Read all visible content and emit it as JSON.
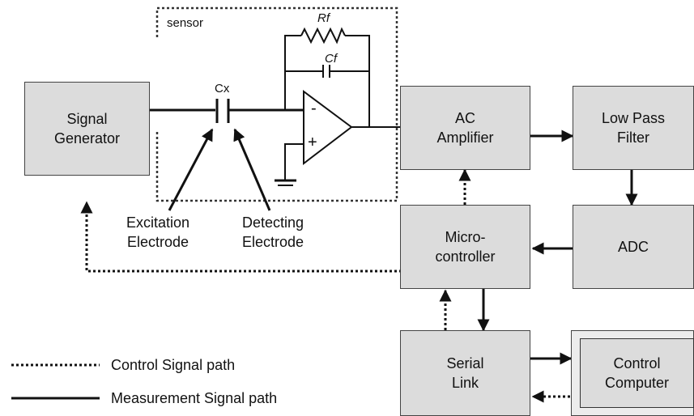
{
  "sensor_label": "sensor",
  "components": {
    "rf": "Rf",
    "cf": "Cf",
    "cx": "Cx",
    "opamp_minus": "-",
    "opamp_plus": "+"
  },
  "blocks": {
    "signal_generator": [
      "Signal",
      "Generator"
    ],
    "ac_amplifier": [
      "AC",
      "Amplifier"
    ],
    "low_pass_filter": [
      "Low Pass",
      "Filter"
    ],
    "adc": [
      "ADC"
    ],
    "microcontroller": [
      "Micro-",
      "controller"
    ],
    "serial_link": [
      "Serial",
      "Link"
    ],
    "control_computer": [
      "Control",
      "Computer"
    ]
  },
  "electrodes": {
    "excitation": [
      "Excitation",
      "Electrode"
    ],
    "detecting": [
      "Detecting",
      "Electrode"
    ]
  },
  "legend": {
    "control": "Control Signal path",
    "measurement": "Measurement Signal path"
  }
}
